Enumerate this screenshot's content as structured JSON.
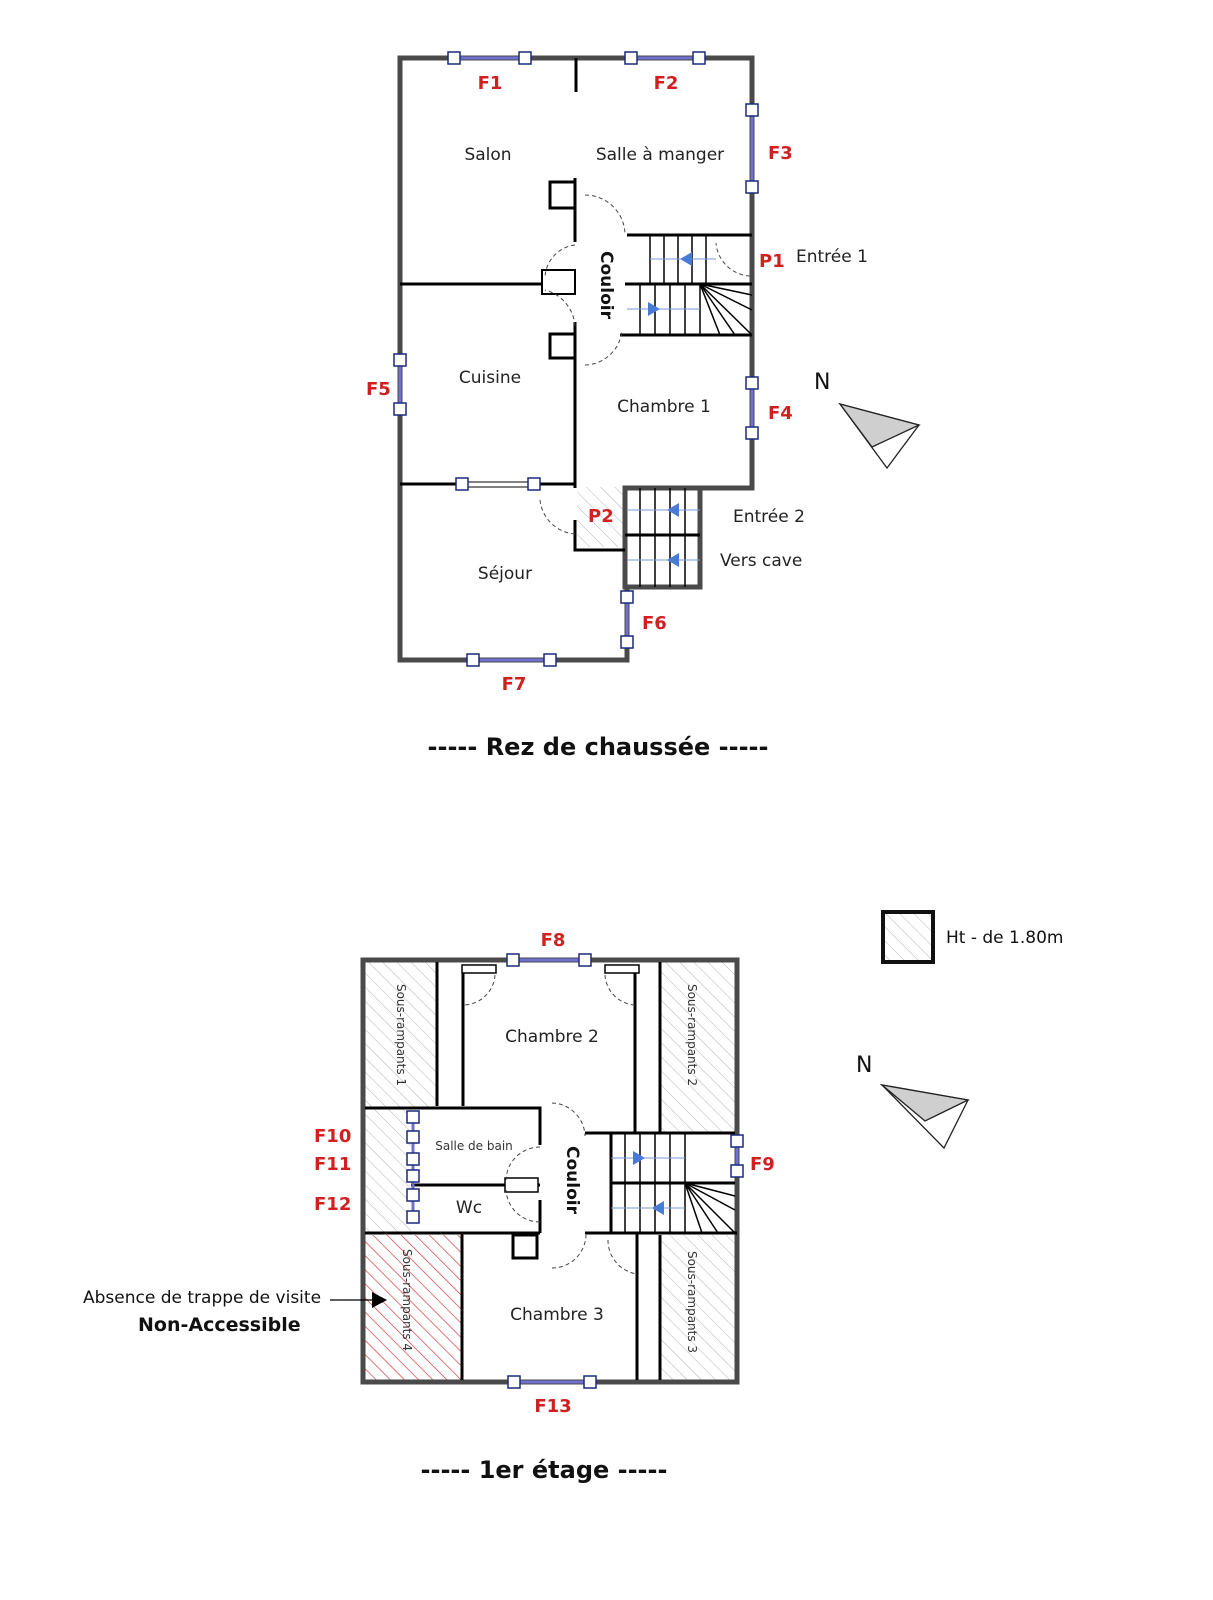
{
  "ground_floor": {
    "title": "-----   Rez de chaussée   -----",
    "rooms": {
      "salon": "Salon",
      "salle_a_manger": "Salle à manger",
      "couloir": "Couloir",
      "cuisine": "Cuisine",
      "chambre1": "Chambre 1",
      "sejour": "Séjour",
      "entree1": "Entrée 1",
      "entree2": "Entrée 2",
      "vers_cave": "Vers cave"
    },
    "labels": {
      "F1": "F1",
      "F2": "F2",
      "F3": "F3",
      "F4": "F4",
      "F5": "F5",
      "F6": "F6",
      "F7": "F7",
      "P1": "P1",
      "P2": "P2"
    },
    "north": "N"
  },
  "first_floor": {
    "title": "-----   1er étage   -----",
    "rooms": {
      "chambre2": "Chambre 2",
      "chambre3": "Chambre 3",
      "salle_de_bain": "Salle de bain",
      "wc": "Wc",
      "couloir": "Couloir",
      "sous_rampants_1": "Sous-rampants 1",
      "sous_rampants_2": "Sous-rampants 2",
      "sous_rampants_3": "Sous-rampants 3",
      "sous_rampants_4": "Sous-rampants 4"
    },
    "labels": {
      "F8": "F8",
      "F9": "F9",
      "F10": "F10",
      "F11": "F11",
      "F12": "F12",
      "F13": "F13"
    },
    "north": "N",
    "note_line1": "Absence de trappe de visite",
    "note_line2": "Non-Accessible"
  },
  "legend": {
    "label": "Ht - de 1.80m"
  },
  "colors": {
    "label_red": "#d02020",
    "window_blue": "#7070d0",
    "stair_arrow": "#4a7ad8",
    "inaccessible_hatch": "#d03030"
  }
}
